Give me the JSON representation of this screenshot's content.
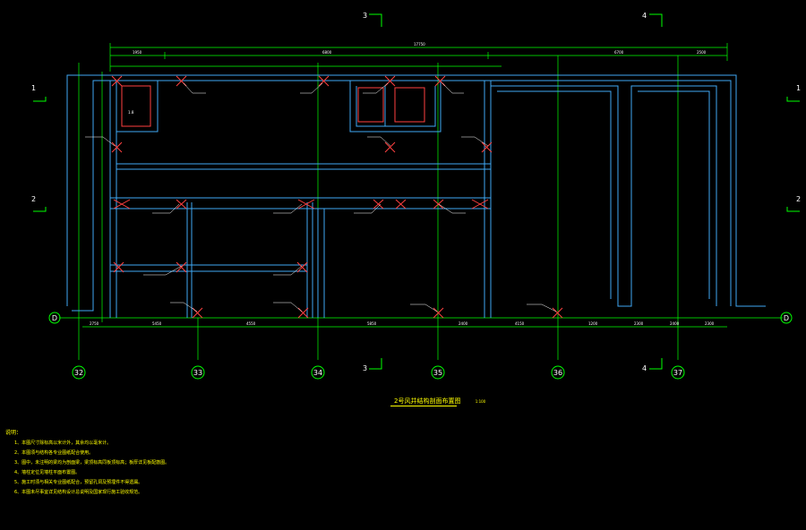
{
  "drawing": {
    "title": "2号风井结构剖面布置图",
    "scale": "1:100",
    "overall_dimension": "17750",
    "top_dimensions": [
      "1950",
      "6800",
      "6700",
      "2500"
    ],
    "bottom_dimensions": [
      "2750",
      "5450",
      "4550",
      "5850",
      "2400",
      "4150",
      "1200",
      "2300",
      "2400",
      "2300"
    ],
    "axis_labels": [
      "32",
      "33",
      "34",
      "35",
      "36",
      "37"
    ],
    "row_axis_label": "D",
    "section_marks": {
      "left": [
        "1",
        "2"
      ],
      "right": [
        "1",
        "2"
      ],
      "top": [
        "3",
        "4"
      ],
      "bottom": [
        "3",
        "4"
      ]
    },
    "room_tags": [
      "1.8"
    ],
    "colors": {
      "background": "#000000",
      "wall": "#3fa9f5",
      "dimension": "#00ff00",
      "column": "#ff4040",
      "note_text": "#ffff00",
      "leader": "#ffffff"
    }
  },
  "notes": {
    "heading": "说明：",
    "items": [
      "1、本图尺寸除标高以米计外，其余均以毫米计。",
      "2、本图须与结构各专业图纸配合使用。",
      "3、图中，未注明的梁均为剖面梁，梁顶标高同板顶标高；板厚详见板配筋图。",
      "4、墙柱定位见墙柱平面布置图。",
      "5、施工时须与相关专业图纸配合，预留孔洞及预埋件不得遗漏。",
      "6、本图未尽事宜详见结构设计总说明及国家现行施工验收规范。"
    ]
  }
}
